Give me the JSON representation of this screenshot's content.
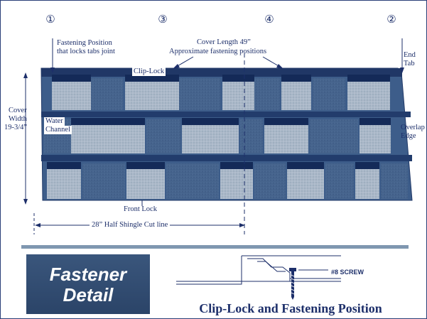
{
  "positions": [
    "①",
    "③",
    "④",
    "②"
  ],
  "labels": {
    "fastening_position": [
      "Fastening Position",
      "that locks tabs joint"
    ],
    "cover_length": "Cover Length 49”",
    "approx_fastening": "Approximate fastening positions",
    "clip_lock": "Clip-Lock",
    "end_tab": [
      "End",
      "Tab"
    ],
    "cover_width": [
      "Cover",
      "Width",
      "19-3/4”"
    ],
    "overlap_edge": [
      "Overlap",
      "Edge"
    ],
    "water_channel": [
      "Water",
      "Channel"
    ],
    "front_lock": "Front Lock",
    "half_shingle_cut": "28” Half Shingle Cut line"
  },
  "fastener_detail": {
    "line1": "Fastener",
    "line2": "Detail",
    "screw_label": "#8 SCREW",
    "caption": "Clip-Lock and Fastening Position"
  },
  "colors": {
    "primary": "#1d2f6a",
    "shingle_base": "#3d5d8a",
    "divider": "#7f97b0",
    "fastener_box": "#2f4a70"
  }
}
